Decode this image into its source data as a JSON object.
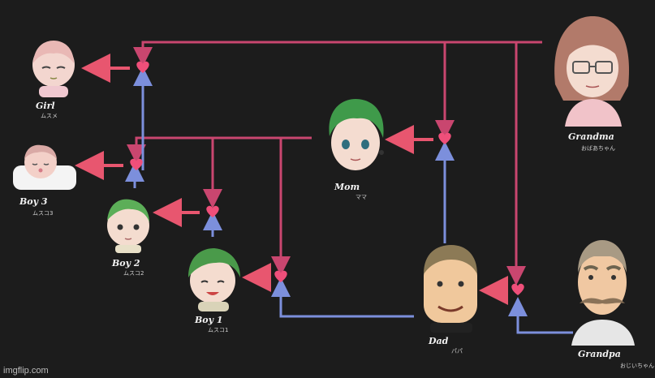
{
  "people": {
    "girl": {
      "name": "Girl",
      "sub": "ムスメ"
    },
    "boy3": {
      "name": "Boy 3",
      "sub": "ムスコ3"
    },
    "boy2": {
      "name": "Boy 2",
      "sub": "ムスコ2"
    },
    "boy1": {
      "name": "Boy 1",
      "sub": "ムスコ1"
    },
    "mom": {
      "name": "Mom",
      "sub": "ママ"
    },
    "dad": {
      "name": "Dad",
      "sub": "パパ"
    },
    "grandma": {
      "name": "Grandma",
      "sub": "おばあちゃん"
    },
    "grandpa": {
      "name": "Grandpa",
      "sub": "おじいちゃん"
    }
  },
  "watermark": "imgflip.com",
  "colors": {
    "pink": "#c9466f",
    "blue": "#7c8fdc",
    "heart": "#ef4f7a",
    "arrow": "#e8566f",
    "background": "#1c1c1c"
  }
}
